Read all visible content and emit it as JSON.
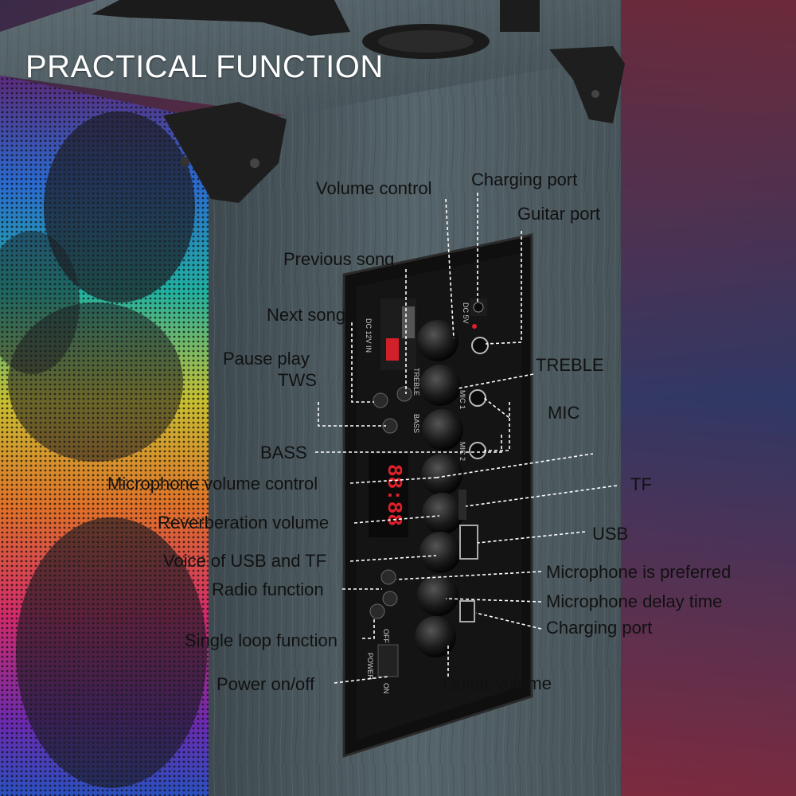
{
  "title": "PRACTICAL FUNCTION",
  "labels": {
    "volume_control": "Volume control",
    "charging_port_top": "Charging port",
    "guitar_port": "Guitar port",
    "previous_song": "Previous song",
    "next_song": "Next song",
    "pause_play": "Pause play",
    "tws": "TWS",
    "treble": "TREBLE",
    "mic": "MIC",
    "bass": "BASS",
    "microphone_volume_control": "Microphone volume control",
    "tf": "TF",
    "reverberation_volume": "Reverberation volume",
    "usb": "USB",
    "voice_of_usb_and_tf": "Voice of USB and TF",
    "microphone_is_preferred": "Microphone is preferred",
    "radio_function": "Radio function",
    "microphone_delay_time": "Microphone delay time",
    "charging_port_bottom": "Charging port",
    "single_loop_function": "Single loop function",
    "power_on_off": "Power on/off",
    "guitar_volume": "Guitar volume"
  },
  "panel_text": {
    "display": "88:88",
    "dc5v": "DC 5V",
    "dc12v": "DC 12V IN",
    "treble": "TREBLE",
    "bass": "BASS",
    "mic1": "MIC 1",
    "mic2": "MIC 2",
    "off": "OFF",
    "on": "ON",
    "power": "POWER"
  },
  "colors": {
    "background_left": "#3b2b4a",
    "background_right": "#1f2f5a",
    "wood": "#4f5c62",
    "panel": "#0f0f10",
    "display_red": "#e0202a"
  }
}
